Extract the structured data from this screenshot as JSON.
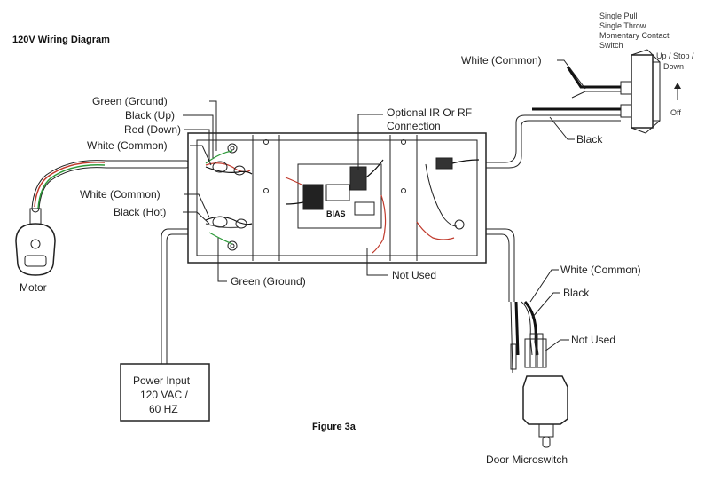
{
  "title": "120V Wiring Diagram",
  "figure_caption": "Figure 3a",
  "motor": {
    "label": "Motor"
  },
  "left_wires_upper": [
    "Green (Ground)",
    "Black (Up)",
    "Red (Down)",
    "White (Common)"
  ],
  "left_wires_lower": [
    "White (Common)",
    "Black (Hot)"
  ],
  "ground_bottom": "Green (Ground)",
  "optional_connection": {
    "line1": "Optional IR Or RF",
    "line2": "Connection"
  },
  "not_used_center": "Not Used",
  "board_label": "BIAS",
  "switch": {
    "desc": [
      "Single Pull",
      "Single Throw",
      "Momentary Contact",
      "Switch"
    ],
    "positions": [
      "Up / Stop /",
      "Down"
    ],
    "off_label": "Off",
    "white_label": "White (Common)",
    "black_label": "Black"
  },
  "door_microswitch": {
    "white_label": "White (Common)",
    "black_label": "Black",
    "not_used_label": "Not Used",
    "name": "Door Microswitch"
  },
  "power_input": [
    "Power Input",
    "120 VAC /",
    "60 HZ"
  ],
  "colors": {
    "green": "#2e9a3a",
    "red": "#c0392b",
    "black": "#111111",
    "white": "#ffffff"
  }
}
